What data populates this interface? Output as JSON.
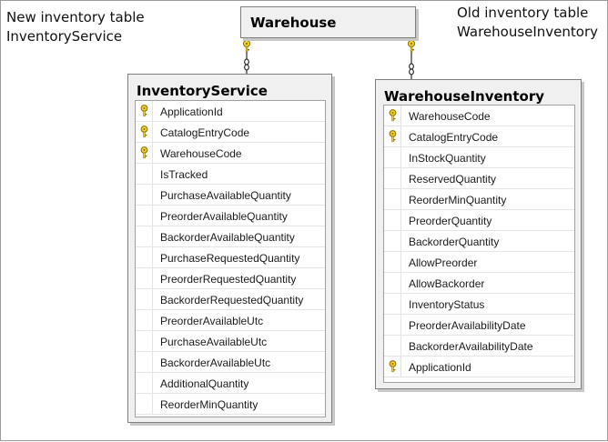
{
  "notes": {
    "left": [
      "New inventory table",
      "InventoryService"
    ],
    "right": [
      "Old inventory table",
      "WarehouseInventory"
    ]
  },
  "warehouse": {
    "title": "Warehouse"
  },
  "inventory_service": {
    "title": "InventoryService",
    "columns": [
      {
        "name": "ApplicationId",
        "key": true
      },
      {
        "name": "CatalogEntryCode",
        "key": true
      },
      {
        "name": "WarehouseCode",
        "key": true
      },
      {
        "name": "IsTracked",
        "key": false
      },
      {
        "name": "PurchaseAvailableQuantity",
        "key": false
      },
      {
        "name": "PreorderAvailableQuantity",
        "key": false
      },
      {
        "name": "BackorderAvailableQuantity",
        "key": false
      },
      {
        "name": "PurchaseRequestedQuantity",
        "key": false
      },
      {
        "name": "PreorderRequestedQuantity",
        "key": false
      },
      {
        "name": "BackorderRequestedQuantity",
        "key": false
      },
      {
        "name": "PreorderAvailableUtc",
        "key": false
      },
      {
        "name": "PurchaseAvailableUtc",
        "key": false
      },
      {
        "name": "BackorderAvailableUtc",
        "key": false
      },
      {
        "name": "AdditionalQuantity",
        "key": false
      },
      {
        "name": "ReorderMinQuantity",
        "key": false
      }
    ]
  },
  "warehouse_inventory": {
    "title": "WarehouseInventory",
    "columns": [
      {
        "name": "WarehouseCode",
        "key": true
      },
      {
        "name": "CatalogEntryCode",
        "key": true
      },
      {
        "name": "InStockQuantity",
        "key": false
      },
      {
        "name": "ReservedQuantity",
        "key": false
      },
      {
        "name": "ReorderMinQuantity",
        "key": false
      },
      {
        "name": "PreorderQuantity",
        "key": false
      },
      {
        "name": "BackorderQuantity",
        "key": false
      },
      {
        "name": "AllowPreorder",
        "key": false
      },
      {
        "name": "AllowBackorder",
        "key": false
      },
      {
        "name": "InventoryStatus",
        "key": false
      },
      {
        "name": "PreorderAvailabilityDate",
        "key": false
      },
      {
        "name": "BackorderAvailabilityDate",
        "key": false
      },
      {
        "name": "ApplicationId",
        "key": true
      }
    ]
  },
  "icons": {
    "primary_key": "key-icon",
    "relationship_one_end": "key-icon",
    "relationship_many_end": "infinity-icon"
  },
  "colors": {
    "key_fill": "#f2d12a",
    "key_stroke": "#8a6d00",
    "table_header": "#f0f0f0",
    "border": "#7f7f7f"
  }
}
